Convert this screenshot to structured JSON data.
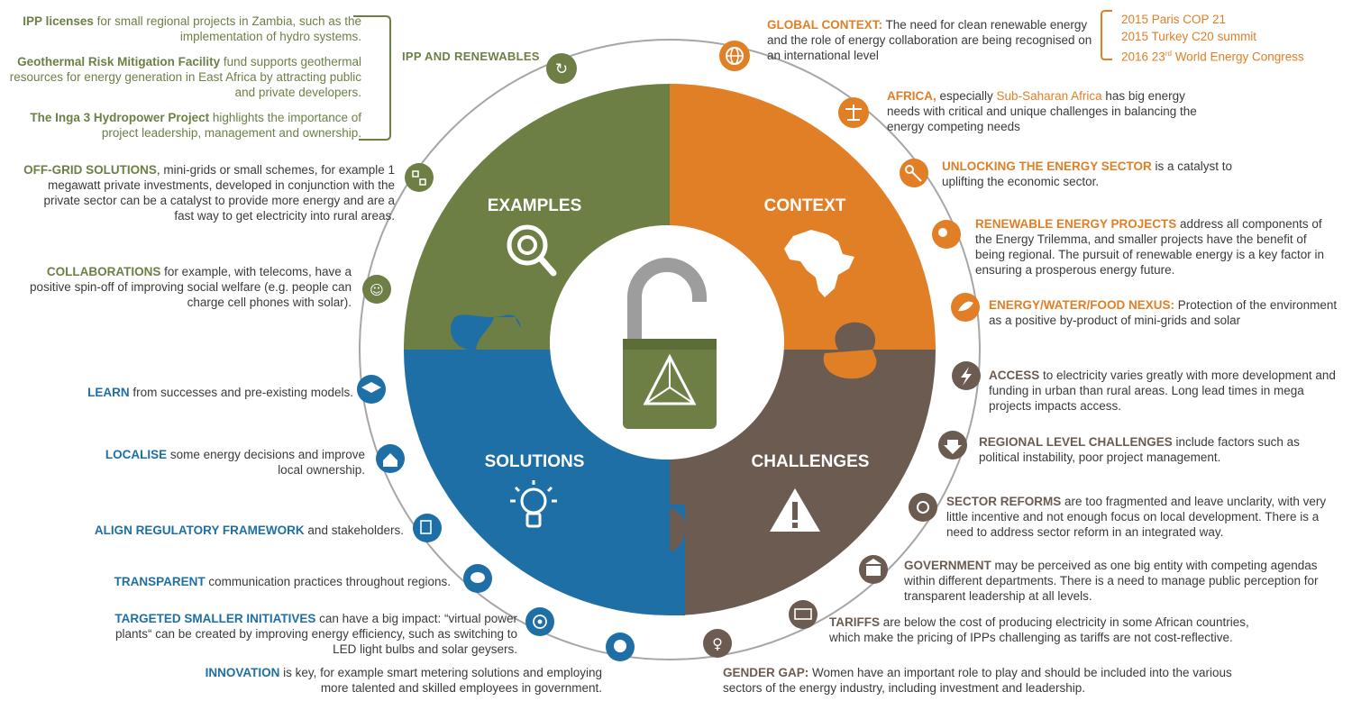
{
  "quadrants": {
    "examples": "EXAMPLES",
    "context": "CONTEXT",
    "solutions": "SOLUTIONS",
    "challenges": "CHALLENGES"
  },
  "ipp_label": "IPP AND RENEWABLES",
  "ipp_points": [
    {
      "key": "IPP licenses",
      "rest": " for small regional projects in Zambia, such as the implementation of hydro systems."
    },
    {
      "key": "Geothermal Risk Mitigation Facility",
      "rest": " fund supports geothermal resources for energy generation in East Africa by attracting public and private developers."
    },
    {
      "key": "The Inga 3 Hydropower Project",
      "rest": " highlights the importance of project leadership, management and ownership."
    }
  ],
  "examples_items": [
    {
      "key": "OFF-GRID SOLUTIONS",
      "rest": ", mini-grids or small schemes,  for example 1 megawatt private investments, developed in conjunction with the private sector can be a catalyst to provide more energy and are a fast way to get electricity into rural areas."
    },
    {
      "key": "COLLABORATIONS",
      "rest": " for example, with telecoms, have a positive spin-off of improving social welfare (e.g. people can charge cell phones with solar)."
    }
  ],
  "solutions_items": [
    {
      "key": "LEARN",
      "rest": " from successes and pre-existing models."
    },
    {
      "key": "LOCALISE",
      "rest": " some energy decisions and improve local ownership."
    },
    {
      "key": "ALIGN REGULATORY FRAMEWORK",
      "rest": " and stakeholders."
    },
    {
      "key": "TRANSPARENT",
      "rest": " communication practices throughout regions."
    },
    {
      "key": "TARGETED SMALLER INITIATIVES",
      "rest": " can have a big impact: “virtual power plants“ can be created by improving energy efficiency, such as switching to LED light bulbs and solar geysers."
    },
    {
      "key": "INNOVATION",
      "rest": " is key, for example smart metering solutions and employing more talented and skilled employees in government."
    }
  ],
  "context_items": [
    {
      "key": "GLOBAL CONTEXT:",
      "rest": " The need for clean renewable energy and the role of energy collaboration are being recognised on an international level"
    },
    {
      "key": "AFRICA,",
      "mid": " especially ",
      "hl": "Sub-Saharan Africa",
      "rest": " has big energy needs with critical and unique challenges in balancing the energy competing needs"
    },
    {
      "key": "UNLOCKING THE ENERGY SECTOR",
      "rest": " is a catalyst to uplifting the economic sector."
    },
    {
      "key": "RENEWABLE ENERGY PROJECTS",
      "rest": " address all components of the Energy Trilemma, and smaller projects have the benefit of being regional. The pursuit of renewable energy is a key factor in ensuring a prosperous energy future."
    },
    {
      "key": "ENERGY/WATER/FOOD NEXUS:",
      "rest": " Protection of the environment as a positive by-product of mini-grids and solar"
    }
  ],
  "events": [
    {
      "text": "2015 Paris COP 21"
    },
    {
      "text": "2015 Turkey C20 summit"
    },
    {
      "pre": "2016 23",
      "sup": "rd",
      "post": " World Energy Congress"
    }
  ],
  "challenges_items": [
    {
      "key": "ACCESS",
      "rest": " to electricity varies greatly with more development and funding in urban than rural areas. Long lead times in mega projects impacts access."
    },
    {
      "key": "REGIONAL LEVEL CHALLENGES",
      "rest": " include factors such as political instability, poor project management."
    },
    {
      "key": "SECTOR REFORMS",
      "rest": " are too fragmented and leave unclarity, with very little incentive and not enough focus on local development. There is a need to address sector reform in an integrated way."
    },
    {
      "key": "GOVERNMENT",
      "rest": " may be perceived as one big entity with competing agendas within different departments. There is a need to manage public perception for transparent leadership at all levels."
    },
    {
      "key": "TARIFFS",
      "rest": " are below the cost of producing electricity in some African countries, which make the pricing of IPPs challenging as tariffs are not cost-reflective."
    },
    {
      "key": "GENDER GAP:",
      "rest": "  Women have an important role to play and should be included into the various sectors of the energy industry, including investment and leadership."
    }
  ],
  "colors": {
    "green": "#6d7f44",
    "orange": "#e07f26",
    "brown": "#6b5b50",
    "blue": "#1e6fa5",
    "ring": "#a6a6a6",
    "lock_shackle": "#9d9d9d"
  },
  "icons": {
    "examples": "magnifier-gear-icon",
    "context": "africa-map-icon",
    "solutions": "lightbulb-icon",
    "challenges": "warning-icon",
    "center": "padlock-icon"
  }
}
